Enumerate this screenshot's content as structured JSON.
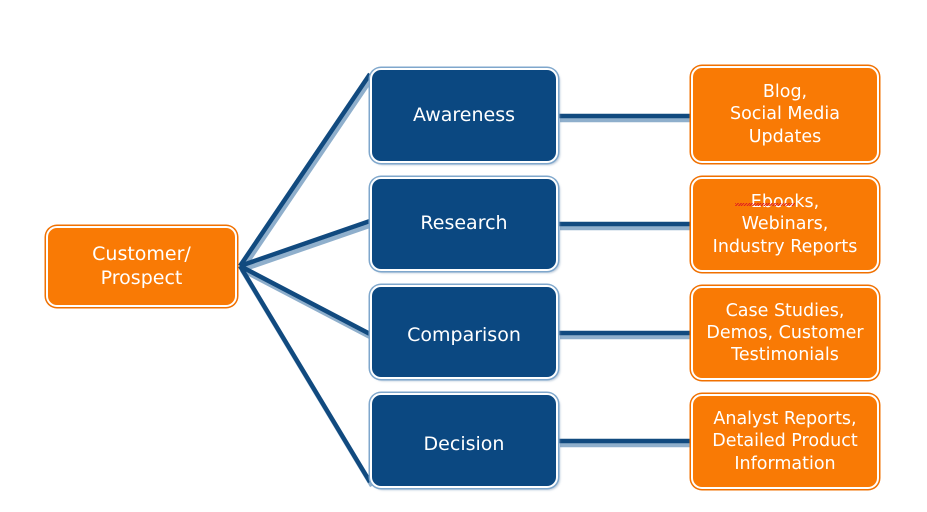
{
  "diagram": {
    "title": "Customer Buying Journey Content Map",
    "type": "fan-out-mapping",
    "colors": {
      "orange_fill": "#F97A05",
      "orange_border": "#F07000",
      "blue_fill": "#0B4881",
      "blue_border": "#7FA7CC",
      "connector": "#114A7F",
      "connector_shadow": "#8FAFCC",
      "text": "#FFFFFF",
      "background": "#FFFFFF"
    },
    "source": {
      "label": "Customer/\nProspect"
    },
    "stages": [
      {
        "label": "Awareness"
      },
      {
        "label": "Research"
      },
      {
        "label": "Comparison"
      },
      {
        "label": "Decision"
      }
    ],
    "contents": [
      {
        "label": "Blog,\nSocial Media\nUpdates"
      },
      {
        "label": "Ebooks,\nWebinars,\nIndustry Reports"
      },
      {
        "label": "Case Studies,\nDemos, Customer\nTestimonials"
      },
      {
        "label": "Analyst Reports,\nDetailed Product\nInformation"
      }
    ]
  }
}
